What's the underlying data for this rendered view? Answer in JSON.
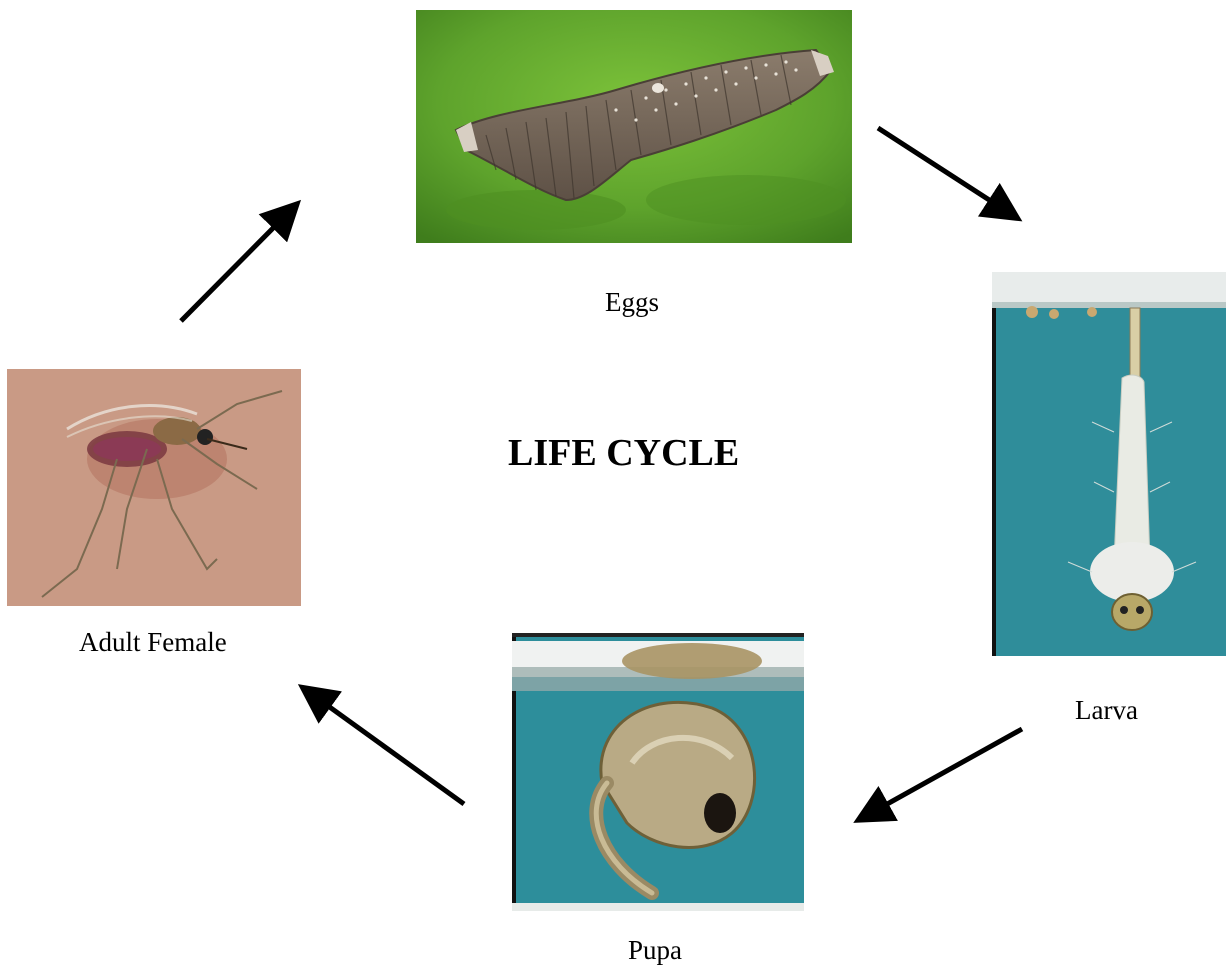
{
  "title": "LIFE CYCLE",
  "stages": {
    "eggs": {
      "label": "Eggs"
    },
    "larva": {
      "label": "Larva"
    },
    "pupa": {
      "label": "Pupa"
    },
    "adult": {
      "label": "Adult Female"
    }
  },
  "colors": {
    "arrow": "#000000",
    "eggs_background": "#6aa732",
    "water": "#2d8c99",
    "adult_background": "#c89a84"
  }
}
